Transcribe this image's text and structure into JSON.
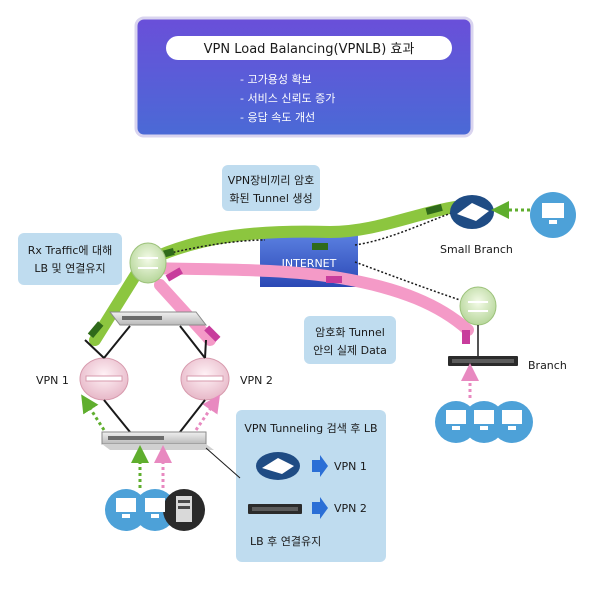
{
  "header": {
    "title": "VPN Load Balancing(VPNLB) 효과",
    "bullets": [
      "- 고가용성 확보",
      "- 서비스 신뢰도 증가",
      "- 응답 속도 개선"
    ]
  },
  "callouts": {
    "tunnel": [
      "VPN장비끼리 암호",
      "화된 Tunnel 생성"
    ],
    "rx": [
      "Rx Traffic에 대해",
      "LB 및 연결유지"
    ],
    "data": [
      "암호화 Tunnel",
      "안의 실제 Data"
    ]
  },
  "labels": {
    "internet": "INTERNET",
    "small_branch": "Small Branch",
    "branch": "Branch",
    "vpn1": "VPN 1",
    "vpn2": "VPN 2"
  },
  "legend": {
    "title": "VPN Tunneling 검색 후 LB",
    "vpn1": "VPN 1",
    "vpn2": "VPN 2",
    "footer": "LB 후 연결유지"
  },
  "colors": {
    "green": "#8cc63f",
    "pink": "#f49ac7",
    "header_grad_top": "#6a52d8",
    "header_grad_bottom": "#4a67d6",
    "callout_fill": "#bfdcef",
    "internet_blue": "#3c5fd0"
  }
}
